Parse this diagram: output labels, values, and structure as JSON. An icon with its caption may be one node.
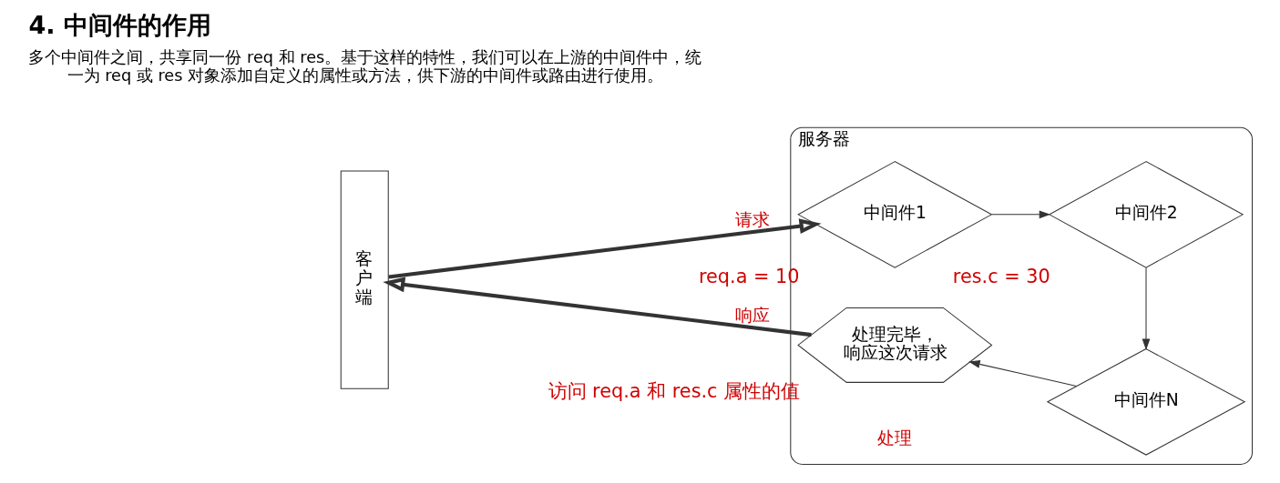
{
  "diagram": {
    "title": "4. 中间件的作用",
    "nodes": [
      {
        "text": [
          "客户端"
        ]
      },
      {
        "text": [
          "服务器"
        ]
      },
      {
        "text": [
          "中间件1"
        ],
        "beside": [
          "req.a = 10"
        ],
        "in": 1
      },
      {
        "text": [
          "中间件2"
        ],
        "beside": [
          "res.c = 30"
        ],
        "in": 1
      },
      {
        "text": [
          "中间件N"
        ],
        "in": 1
      },
      {
        "text": [
          "处理完毕，响应这次请求"
        ],
        "beside": [
          "访问 req.a 和 res.c 属性的值"
        ],
        "in": 1
      }
    ],
    "edges": [
      {
        "from": 0,
        "to": 2,
        "arrow": "to",
        "label": "请求",
        "style": "thick"
      },
      {
        "from": 2,
        "to": 3,
        "arrow": "to"
      },
      {
        "from": 3,
        "to": 4,
        "arrow": "to"
      },
      {
        "from": 4,
        "to": 5,
        "arrow": "to"
      },
      {
        "from": 5,
        "to": 0,
        "arrow": "to",
        "label": "响应",
        "style": "thick"
      }
    ],
    "labels": [
      "多个中间件之间，共享同一份 req 和 res。基于这样的特性，我们可以在上游的中间件中，统一为 req 或 res 对象添加自定义的属性或方法，供下游的中间件或路由进行使用。",
      "处理"
    ]
  }
}
